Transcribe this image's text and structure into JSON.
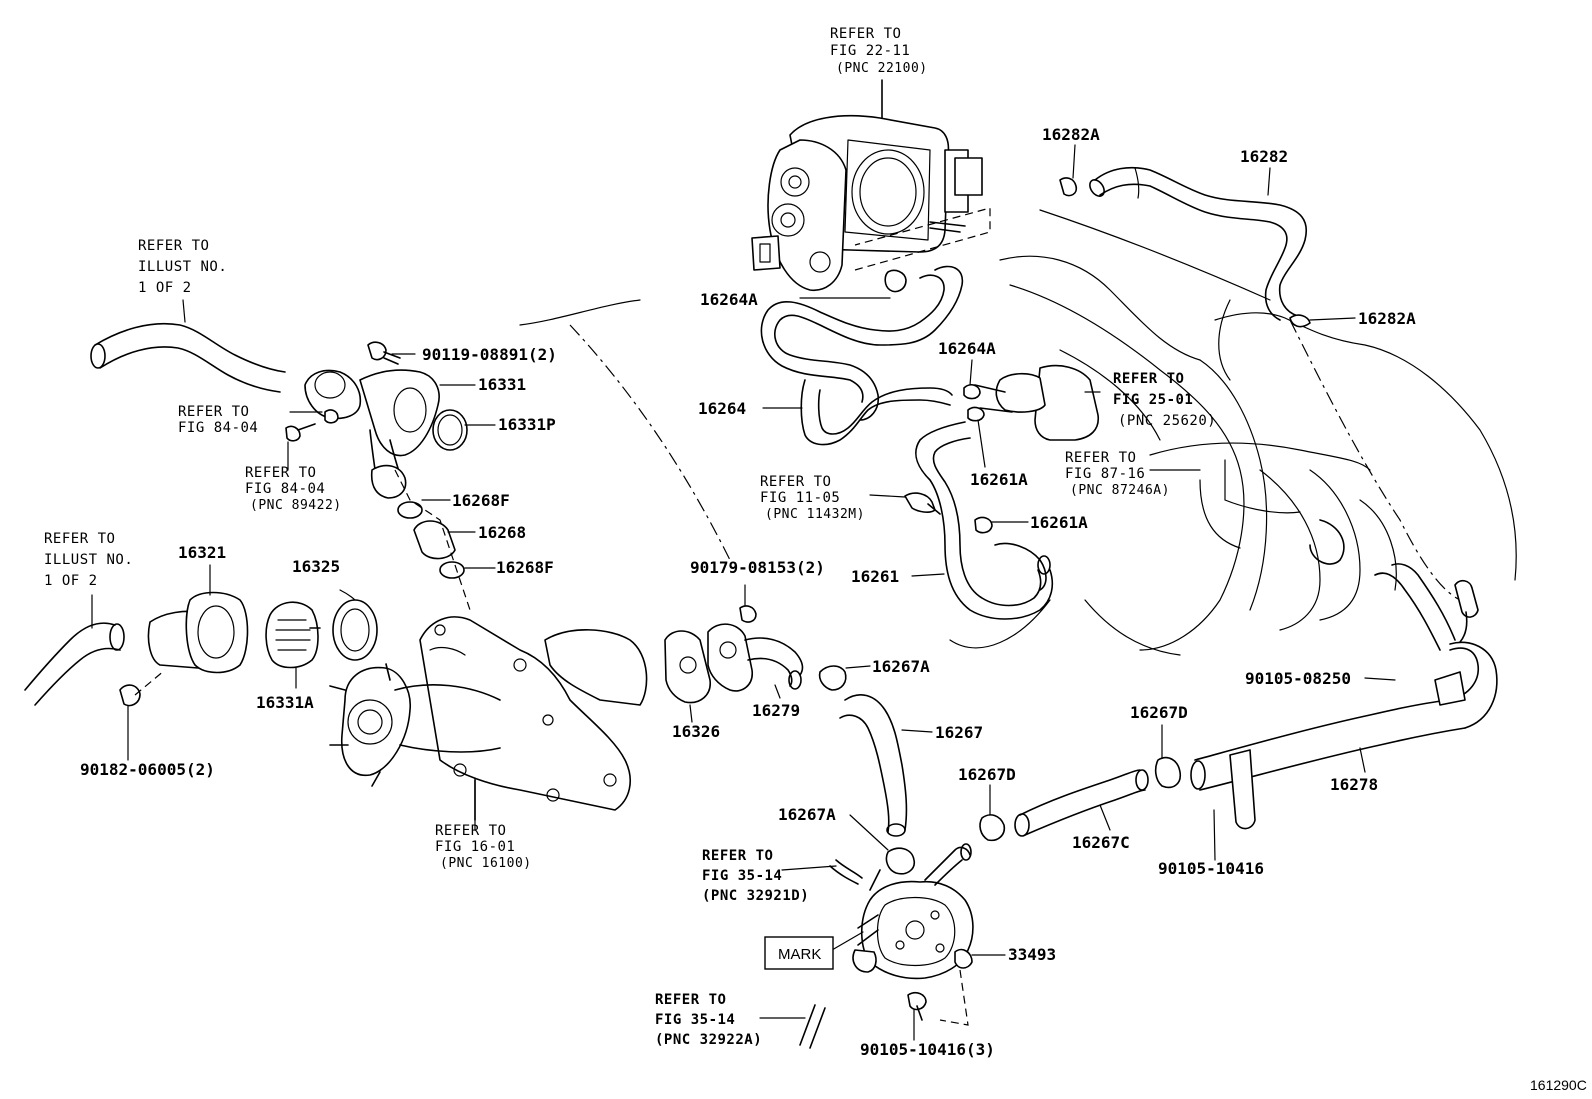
{
  "diagram_id": "161290C",
  "mark_label": "MARK",
  "refs": {
    "fig22": [
      "REFER TO",
      "FIG 22-11",
      "(PNC 22100)"
    ],
    "illust_top": [
      "REFER TO",
      "ILLUST NO.",
      "1 OF 2"
    ],
    "illust_left": [
      "REFER TO",
      "ILLUST NO.",
      "1 OF 2"
    ],
    "fig84a": [
      "REFER TO",
      "FIG 84-04"
    ],
    "fig84b": [
      "REFER TO",
      "FIG 84-04",
      "(PNC 89422)"
    ],
    "fig16": [
      "REFER TO",
      "FIG 16-01",
      "(PNC 16100)"
    ],
    "fig25": [
      "REFER TO",
      "FIG 25-01",
      "(PNC 25620)"
    ],
    "fig87": [
      "REFER TO",
      "FIG 87-16",
      "(PNC 87246A)"
    ],
    "fig11": [
      "REFER TO",
      "FIG 11-05",
      "(PNC 11432M)"
    ],
    "fig35a": [
      "REFER TO",
      "FIG 35-14",
      "(PNC 32921D)"
    ],
    "fig35b": [
      "REFER TO",
      "FIG 35-14",
      "(PNC 32922A)"
    ]
  },
  "parts": {
    "p16282A_top": "16282A",
    "p16282": "16282",
    "p16282A_right": "16282A",
    "p16264A_top": "16264A",
    "p16264A_mid": "16264A",
    "p16264": "16264",
    "p16261A_a": "16261A",
    "p16261A_b": "16261A",
    "p16261": "16261",
    "p90119": "90119-08891(2)",
    "p16331": "16331",
    "p16331P": "16331P",
    "p16268F_a": "16268F",
    "p16268": "16268",
    "p16268F_b": "16268F",
    "p16321": "16321",
    "p16325": "16325",
    "p16331A": "16331A",
    "p90182": "90182-06005(2)",
    "p90179": "90179-08153(2)",
    "p16326": "16326",
    "p16279": "16279",
    "p16267A_a": "16267A",
    "p16267": "16267",
    "p16267A_b": "16267A",
    "p16267D_a": "16267D",
    "p16267D_b": "16267D",
    "p16267C": "16267C",
    "p90105_08250": "90105-08250",
    "p16278": "16278",
    "p90105_10416": "90105-10416",
    "p33493": "33493",
    "p90105_10416_3": "90105-10416(3)"
  }
}
